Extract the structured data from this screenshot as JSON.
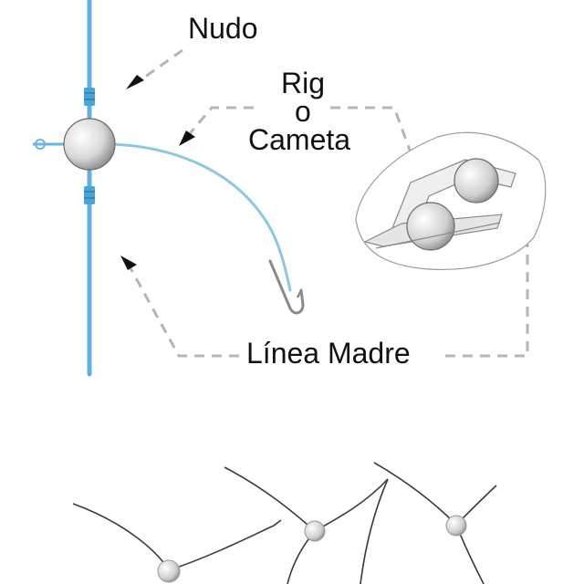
{
  "labels": {
    "knot": "Nudo",
    "rig_line1": "Rig",
    "rig_line2": "o",
    "rig_line3": "Cameta",
    "main_line": "Línea Madre"
  },
  "colors": {
    "main_line": "#5fb2dc",
    "rig_line": "#8cc8e6",
    "leader_dash": "#b5b5b5",
    "arrow": "#111111"
  },
  "icons": [
    "swivel-bead-icon",
    "hook-icon",
    "crimp-sleeve-icon",
    "bead-pair-icon"
  ]
}
